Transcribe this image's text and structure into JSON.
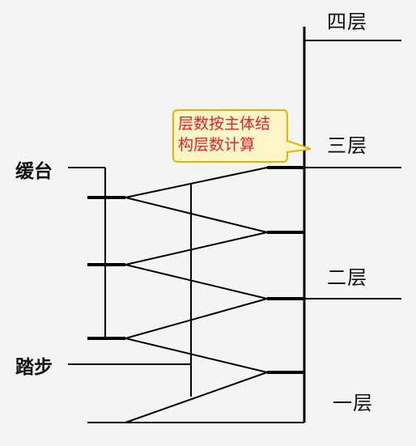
{
  "floors": {
    "fourth": "四层",
    "third": "三层",
    "second": "二层",
    "first": "一层"
  },
  "labels": {
    "landing": "缓台",
    "step": "踏步"
  },
  "callout": {
    "line1": "层数按主体结",
    "line2": "构层数计算",
    "border_color": "#e6b400",
    "fill_color": "#fff6c8",
    "text_color": "#e8202a"
  }
}
